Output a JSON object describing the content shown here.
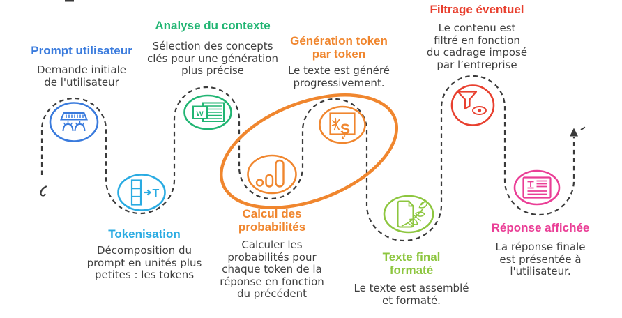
{
  "diagram_title": "",
  "path_color": "#3a3a3a",
  "text_color": "#3f3f3f",
  "highlight": {
    "color": "#f0862e",
    "around": [
      "Calcul des probabilités",
      "Génération token par token"
    ]
  },
  "steps": [
    {
      "title": "Prompt utilisateur",
      "description": "Demande initiale\nde l'utilisateur",
      "color": "#3a7bdd",
      "icon": "hands-typing-keyboard"
    },
    {
      "title": "Tokenisation",
      "description": "Décomposition du\nprompt en unités plus\npetites : les tokens",
      "color": "#29abe2",
      "icon": "token-split"
    },
    {
      "title": "Analyse du contexte",
      "description": "Sélection des concepts\nclés pour une génération\nplus précise",
      "color": "#21b573",
      "icon": "word-document"
    },
    {
      "title": "Calcul des\nprobabilités",
      "description": "Calculer les\nprobabilités pour\nchaque token de la\nréponse en fonction\ndu précédent",
      "color": "#f0862e",
      "icon": "bar-chart"
    },
    {
      "title": "Génération token\npar token",
      "description": "Le texte est généré\nprogressivement.",
      "color": "#f0862e",
      "icon": "screen-writing"
    },
    {
      "title": "Texte final\nformaté",
      "description": "Le texte est assemblé\net formaté.",
      "color": "#8dc63f",
      "icon": "document-leaves"
    },
    {
      "title": "Filtrage éventuel",
      "description": "Le contenu est\nfiltré en fonction\ndu cadrage imposé\npar l’entreprise",
      "color": "#e8402f",
      "icon": "funnel-eye"
    },
    {
      "title": "Réponse affichée",
      "description": "La réponse finale\nest présentée à\nl'utilisateur.",
      "color": "#ea3e96",
      "icon": "response-card"
    }
  ]
}
